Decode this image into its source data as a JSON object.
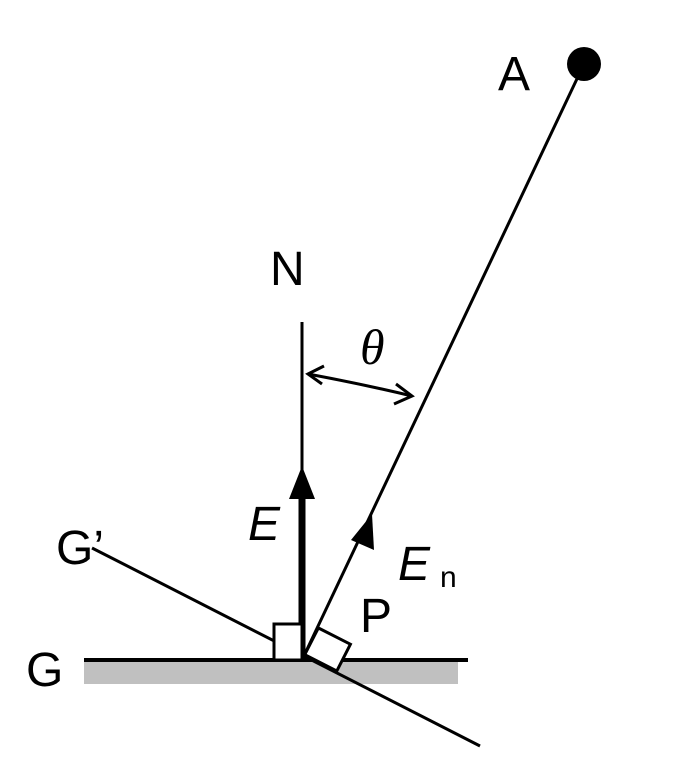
{
  "labels": {
    "point_a": "A",
    "normal": "N",
    "angle": "θ",
    "field_vector": "E",
    "normal_component": "E",
    "normal_component_subscript": "n",
    "ground": "G",
    "tilted_ground": "G’",
    "point_p": "P"
  },
  "colors": {
    "ink": "#000000",
    "ground_fill": "#c0c0c0",
    "background": "#ffffff"
  }
}
